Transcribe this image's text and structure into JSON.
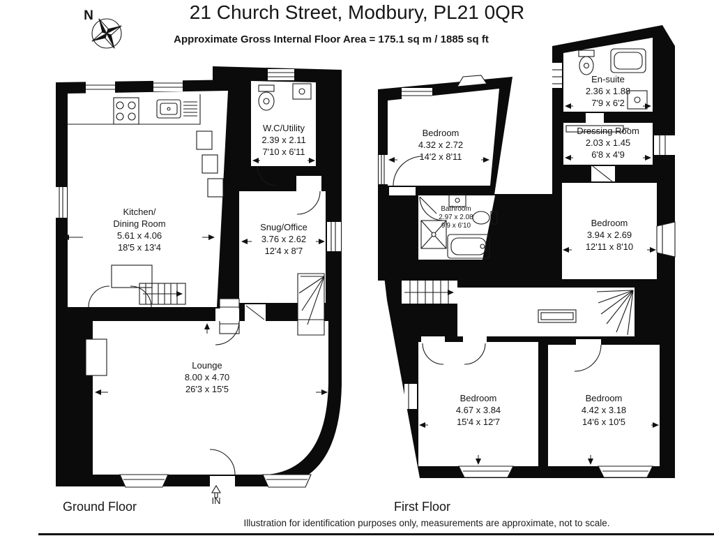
{
  "header": {
    "title": "21 Church Street, Modbury, PL21 0QR",
    "subtitle": "Approximate Gross Internal Floor Area  = 175.1 sq m / 1885 sq ft",
    "compass": "N"
  },
  "ground_floor": {
    "label": "Ground Floor",
    "entrance": "IN",
    "rooms": {
      "wc": {
        "name": "W.C/Utility",
        "metric": "2.39 x 2.11",
        "imperial": "7'10 x 6'11"
      },
      "kitchen": {
        "name": "Kitchen/",
        "name2": "Dining Room",
        "metric": "5.61 x 4.06",
        "imperial": "18'5 x 13'4"
      },
      "snug": {
        "name": "Snug/Office",
        "metric": "3.76 x 2.62",
        "imperial": "12'4 x 8'7"
      },
      "lounge": {
        "name": "Lounge",
        "metric": "8.00 x 4.70",
        "imperial": "26'3 x 15'5"
      }
    }
  },
  "first_floor": {
    "label": "First Floor",
    "rooms": {
      "bedroom1": {
        "name": "Bedroom",
        "metric": "4.32 x 2.72",
        "imperial": "14'2 x 8'11"
      },
      "ensuite": {
        "name": "En-suite",
        "metric": "2.36 x 1.88",
        "imperial": "7'9 x 6'2"
      },
      "dressing": {
        "name": "Dressing Room",
        "metric": "2.03 x 1.45",
        "imperial": "6'8 x 4'9"
      },
      "bathroom": {
        "name": "Bathroom",
        "metric": "2.97 x 2.08",
        "imperial": "9'9 x 6'10"
      },
      "bedroom2": {
        "name": "Bedroom",
        "metric": "3.94 x 2.69",
        "imperial": "12'11 x 8'10"
      },
      "bedroom3": {
        "name": "Bedroom",
        "metric": "4.67 x 3.84",
        "imperial": "15'4 x 12'7"
      },
      "bedroom4": {
        "name": "Bedroom",
        "metric": "4.42 x 3.18",
        "imperial": "14'6 x 10'5"
      }
    }
  },
  "footer": {
    "disclaimer": "Illustration for identification purposes only, measurements are approximate, not to scale."
  }
}
